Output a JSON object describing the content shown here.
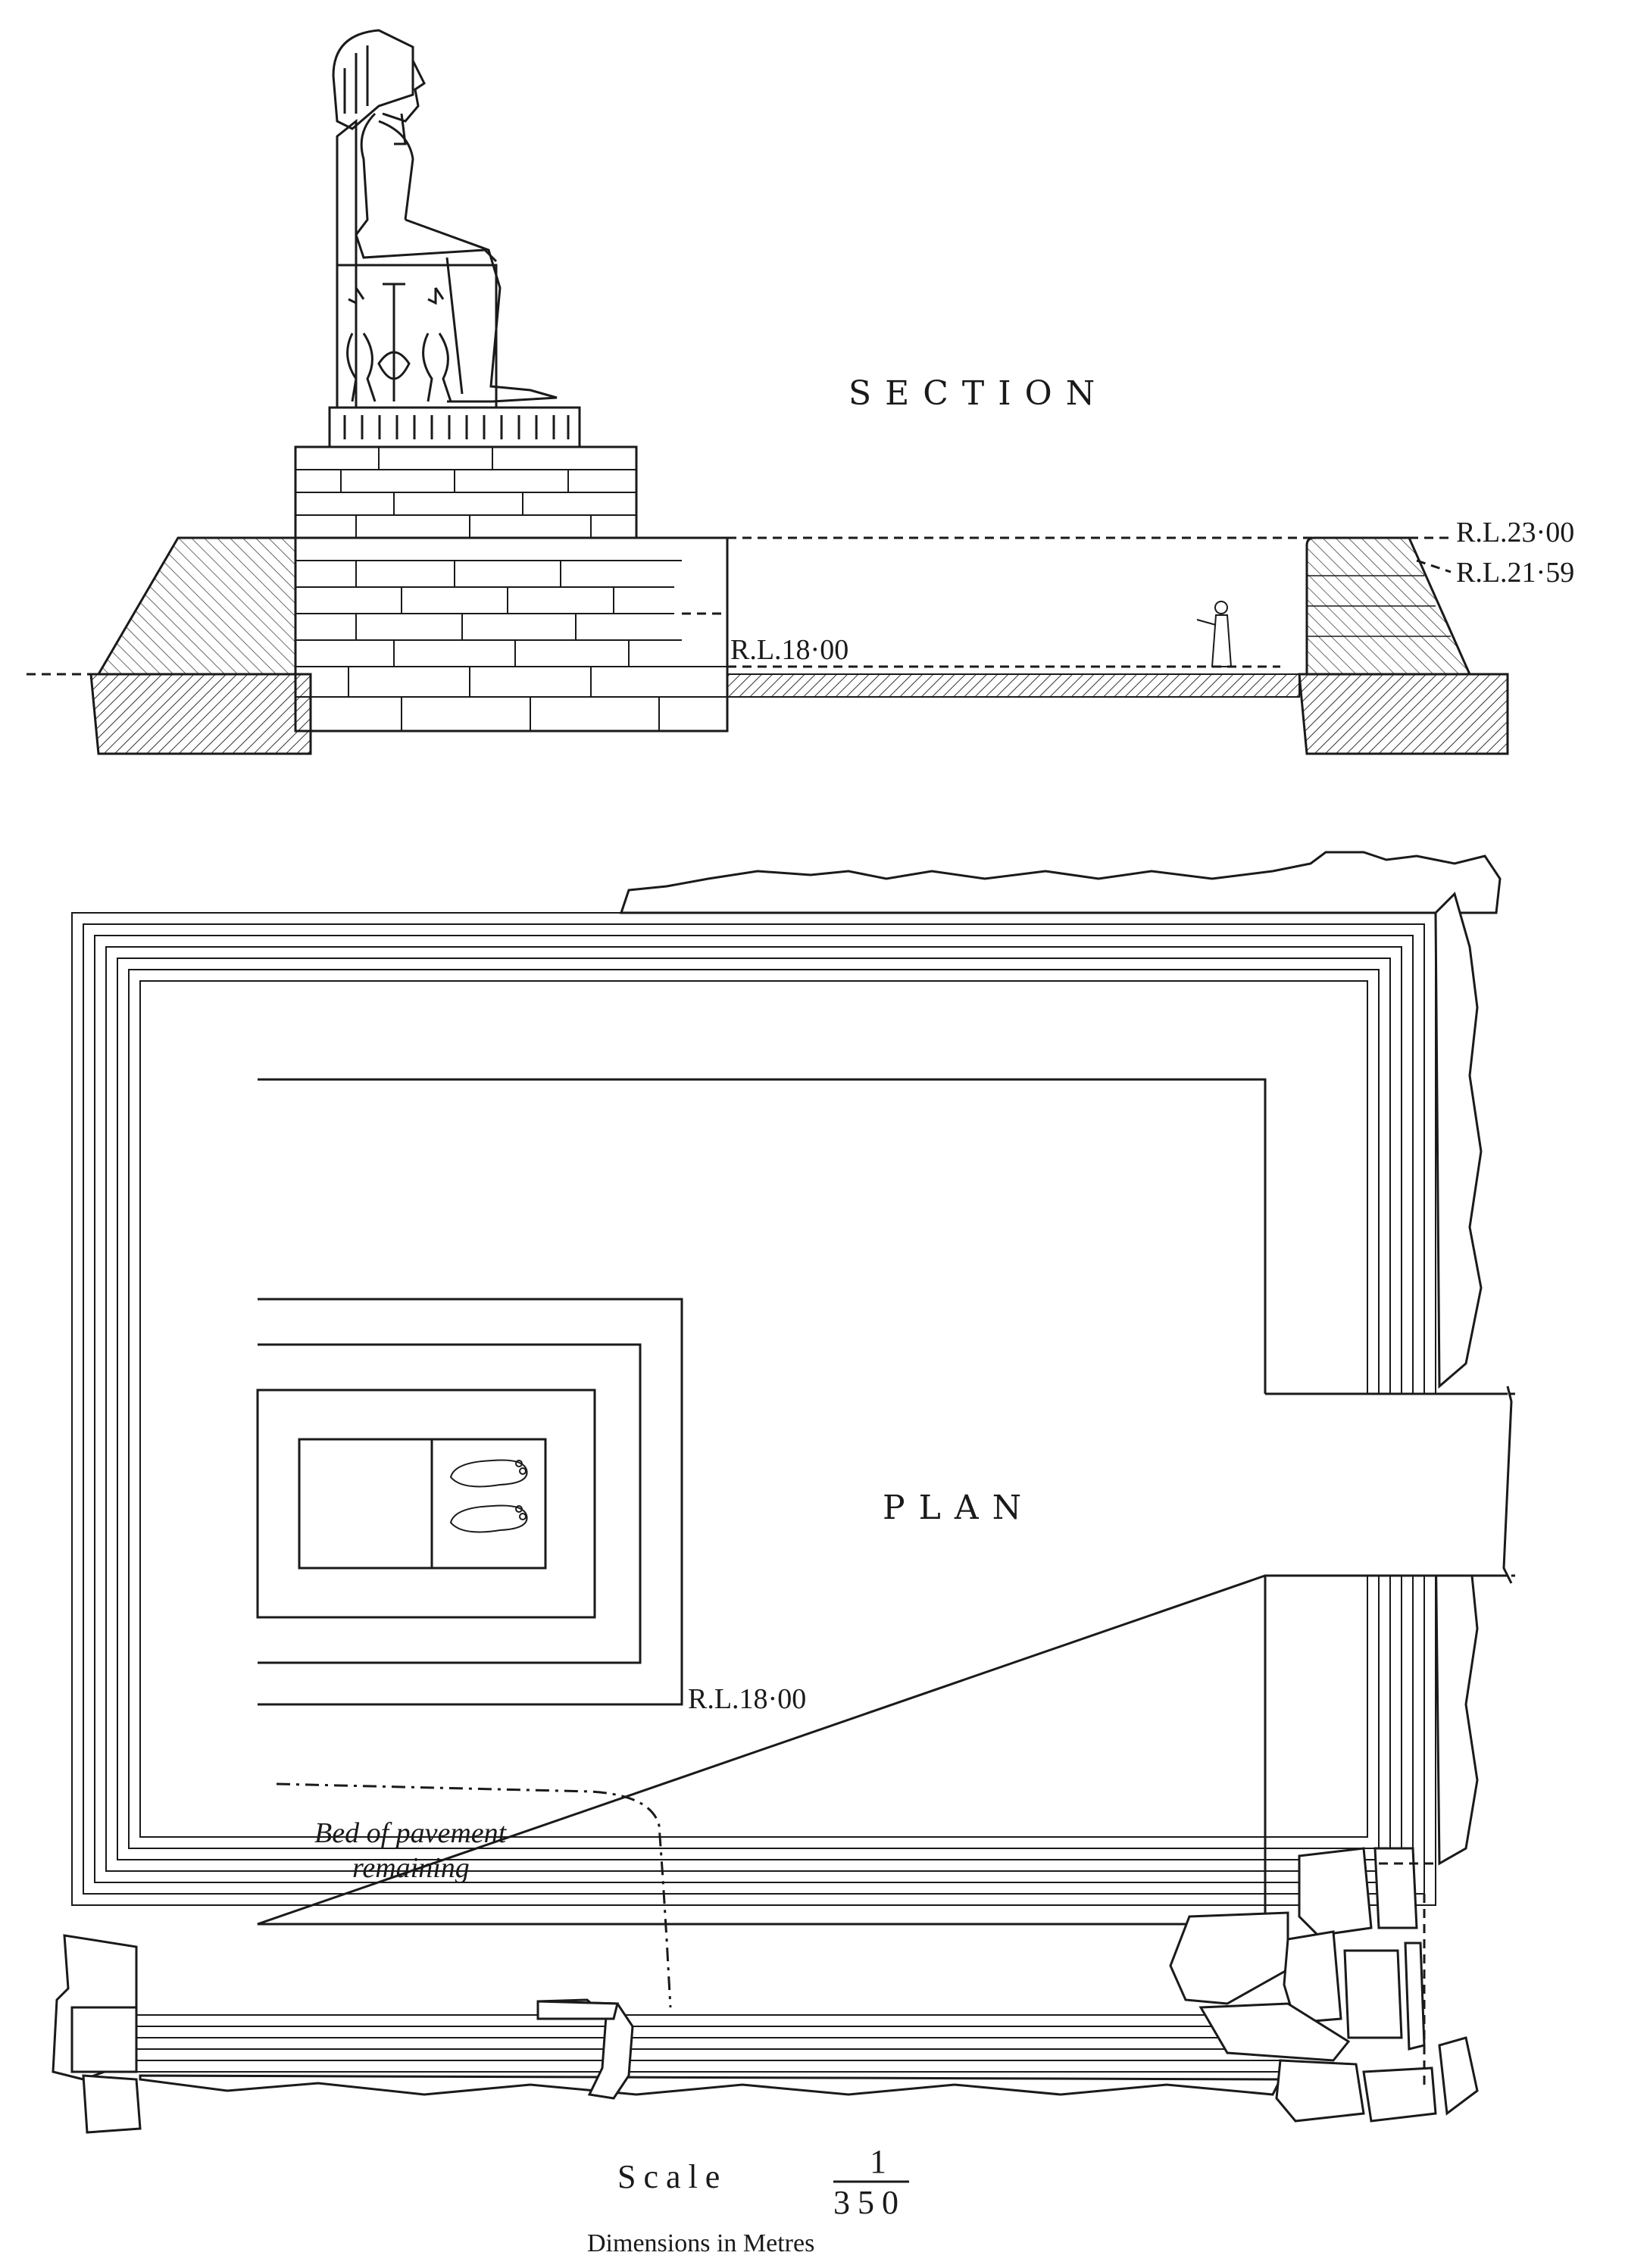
{
  "section": {
    "title": "SECTION",
    "levels": {
      "top": "R.L.23·00",
      "wall": "R.L.21·59",
      "floor": "R.L.18·00"
    }
  },
  "plan": {
    "title": "PLAN",
    "level": "R.L.18·00",
    "pavement_note_line1": "Bed of pavement",
    "pavement_note_line2": "remaining"
  },
  "footer": {
    "scale_word": "Scale",
    "scale_numerator": "1",
    "scale_denominator": "350",
    "dimensions": "Dimensions in Metres"
  }
}
